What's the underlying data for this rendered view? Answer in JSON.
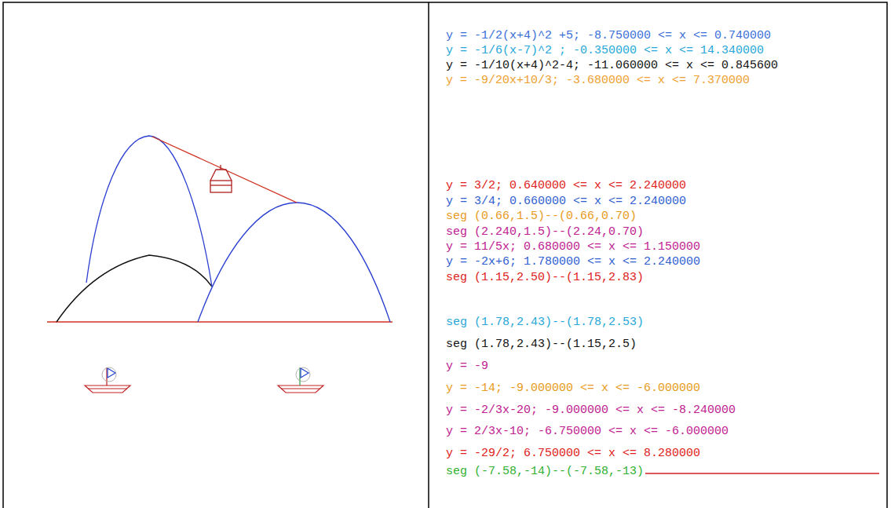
{
  "diagram": {
    "labels": [
      "y = -1/2(x+4)^2 +5; -8.750000 <= x <= 0.740000",
      "y = -1/6(x-7)^2 ; -0.350000 <= x <= 14.340000",
      "y = -1/10(x+4)^2-4; -11.060000 <= x <= 0.845600",
      "y = -9/20x+10/3; -3.680000 <= x <= 7.370000",
      "y = 3/2; 0.640000 <= x <= 2.240000",
      "y = 3/4; 0.660000 <= x <= 2.240000",
      "seg (0.66,1.5)--(0.66,0.70)",
      "seg (2.240,1.5)--(2.24,0.70)",
      "y = 11/5x; 0.680000 <= x <= 1.150000",
      "y = -2x+6; 1.780000 <= x <= 2.240000",
      "seg (1.15,2.50)--(1.15,2.83)",
      "seg (1.78,2.43)--(1.78,2.53)",
      "seg (1.78,2.43)--(1.15,2.5)",
      "y = -9",
      "y = -14; -9.000000 <= x <= -6.000000",
      "y = -2/3x-20; -9.000000 <= x <= -8.240000",
      "y = 2/3x-10; -6.750000 <= x <= -6.000000",
      "y = -29/2; 6.750000 <= x <= 8.280000",
      "seg (-7.58,-14)--(-7.58,-13)"
    ]
  }
}
